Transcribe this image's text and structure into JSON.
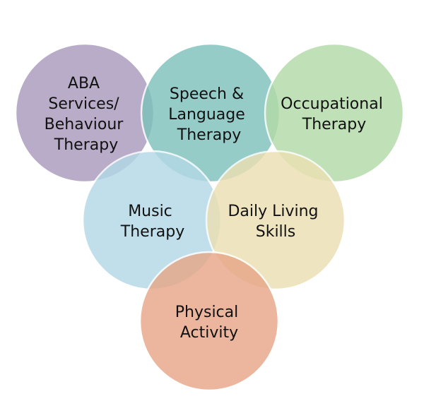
{
  "circles": [
    {
      "id": "aba",
      "color": "#a99bbd",
      "lines": [
        "ABA",
        "Services/",
        "Behaviour",
        "Therapy"
      ]
    },
    {
      "id": "speech",
      "color": "#7ec1bd",
      "lines": [
        "Speech &",
        "Language",
        "Therapy"
      ]
    },
    {
      "id": "occupational",
      "color": "#b3dba8",
      "lines": [
        "Occupational",
        "Therapy"
      ]
    },
    {
      "id": "music",
      "color": "#b3d9e6",
      "lines": [
        "Music",
        "Therapy"
      ]
    },
    {
      "id": "daily",
      "color": "#ebe0b3",
      "lines": [
        "Daily Living",
        "Skills"
      ]
    },
    {
      "id": "physical",
      "color": "#e7a788",
      "lines": [
        "Physical",
        "Activity"
      ]
    }
  ]
}
